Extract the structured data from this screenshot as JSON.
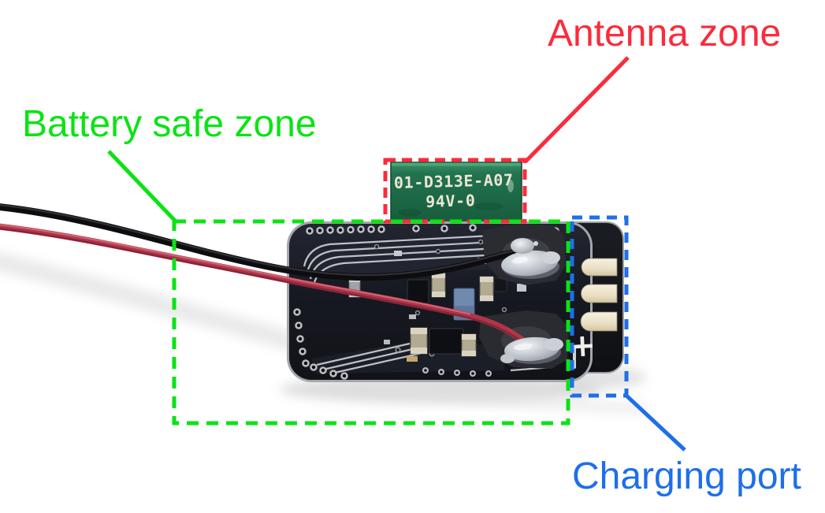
{
  "figure": {
    "background_color": "#ffffff"
  },
  "labels": {
    "antenna_zone": {
      "text": "Antenna zone",
      "color": "#fb2b3c"
    },
    "battery_safe_zone": {
      "text": "Battery safe zone",
      "color": "#0be315"
    },
    "charging_port": {
      "text": "Charging port",
      "color": "#1e6fe8"
    }
  },
  "pcb": {
    "antenna_marking_line1": "01-D313E-A07",
    "antenna_marking_line2": "94V-0",
    "polarity_marking": "+",
    "antenna_pcb_color": "#1e6f49",
    "charging_pad_color": "#ecdfc0",
    "wire_colors": [
      "black",
      "red"
    ]
  }
}
